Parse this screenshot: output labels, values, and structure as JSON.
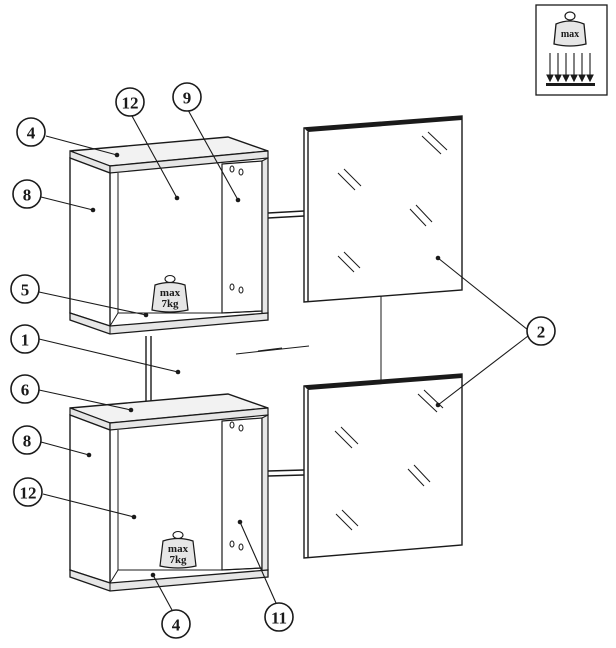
{
  "load_icon": {
    "label": "max",
    "icon": "weight-load-icon"
  },
  "shelf_weight": {
    "line1": "max",
    "line2": "7kg"
  },
  "callouts": {
    "c1": "1",
    "c2": "2",
    "c4_top": "4",
    "c4_bottom": "4",
    "c5": "5",
    "c6": "6",
    "c8_top": "8",
    "c8_bottom": "8",
    "c9": "9",
    "c11": "11",
    "c12_top": "12",
    "c12_bottom": "12"
  },
  "colors": {
    "ink": "#1a1a1a",
    "panel_shade": "#e6e6e6"
  }
}
